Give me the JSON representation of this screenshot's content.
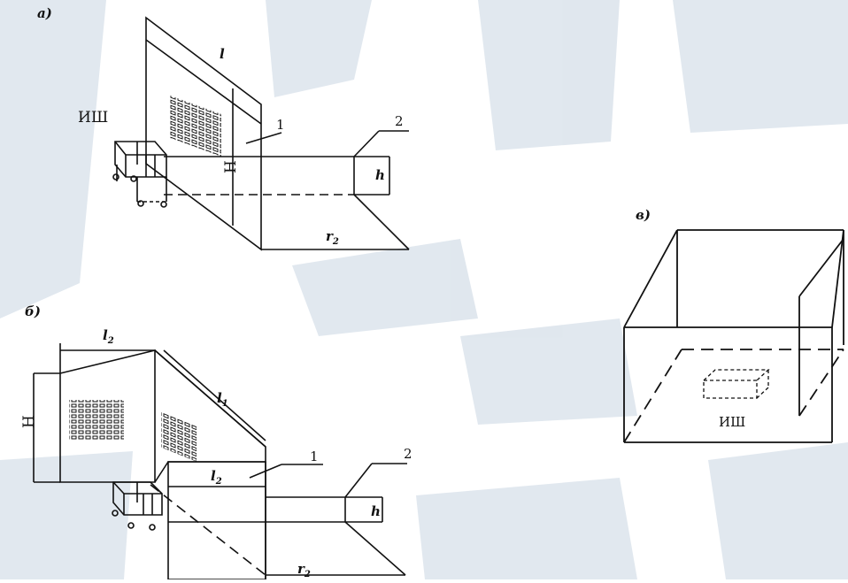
{
  "colors": {
    "background": "#ffffff",
    "watermark": "#9fb3c9",
    "ink": "#111111"
  },
  "panel_a": {
    "tag": "а)",
    "source_label": "ИШ",
    "dim_H": "H",
    "dim_l": "l",
    "dim_h": "h",
    "dim_r": "r",
    "dim_r_sub": "2",
    "marker_1": "1",
    "marker_2": "2"
  },
  "panel_b": {
    "tag": "б)",
    "dim_l2_top": "l",
    "dim_l2_top_sub": "2",
    "dim_l1": "l",
    "dim_l1_sub": "1",
    "dim_H": "H",
    "dim_l2_mid": "l",
    "dim_l2_mid_sub": "2",
    "dim_h": "h",
    "dim_r": "r",
    "dim_r_sub": "2",
    "marker_1": "1",
    "marker_2": "2"
  },
  "panel_c": {
    "tag": "в)",
    "source_label": "ИШ"
  }
}
